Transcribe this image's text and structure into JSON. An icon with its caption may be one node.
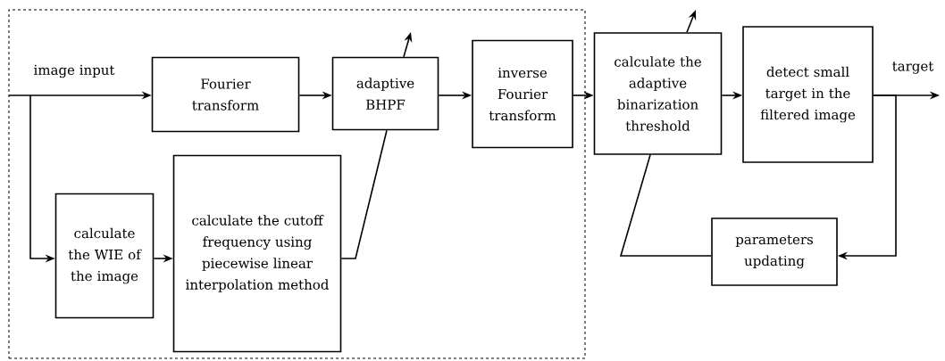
{
  "diagram": {
    "nodes": [
      {
        "text": [],
        "shape": "box"
      },
      {
        "text": [
          "Fourier transform"
        ],
        "in": 0
      },
      {
        "text": [
          "adaptive BHPF"
        ],
        "in": 0
      },
      {
        "text": [
          "inverse Fourier transform"
        ],
        "in": 0
      },
      {
        "text": [
          "calculate the WIE of the image"
        ],
        "in": 0
      },
      {
        "text": [
          "calculate the cutoff frequency using piecewise linear interpolation method"
        ],
        "in": 0
      },
      {
        "text": [
          "calculate the adaptive binarization threshold"
        ]
      },
      {
        "text": [
          "detect small target in the filtered image"
        ]
      },
      {
        "text": [
          "parameters updating"
        ]
      }
    ],
    "edges": [
      {
        "from": null,
        "to": 1,
        "arrow": "to",
        "label": "image input"
      },
      {
        "from": null,
        "to": 4,
        "arrow": "to"
      },
      {
        "from": 1,
        "to": 2,
        "arrow": "to"
      },
      {
        "from": 2,
        "to": 3,
        "arrow": "to"
      },
      {
        "from": 3,
        "to": 6,
        "arrow": "to"
      },
      {
        "from": 6,
        "to": 7,
        "arrow": "to"
      },
      {
        "from": 4,
        "to": 5,
        "arrow": "to"
      },
      {
        "from": 5,
        "to": 2,
        "arrow": "none"
      },
      {
        "from": 2,
        "to": null,
        "arrow": "to"
      },
      {
        "from": 6,
        "to": null,
        "arrow": "to"
      },
      {
        "from": 7,
        "to": null,
        "arrow": "to",
        "label": "target"
      },
      {
        "from": 7,
        "to": 8,
        "arrow": "to"
      },
      {
        "from": 8,
        "to": 6,
        "arrow": "none"
      }
    ]
  }
}
